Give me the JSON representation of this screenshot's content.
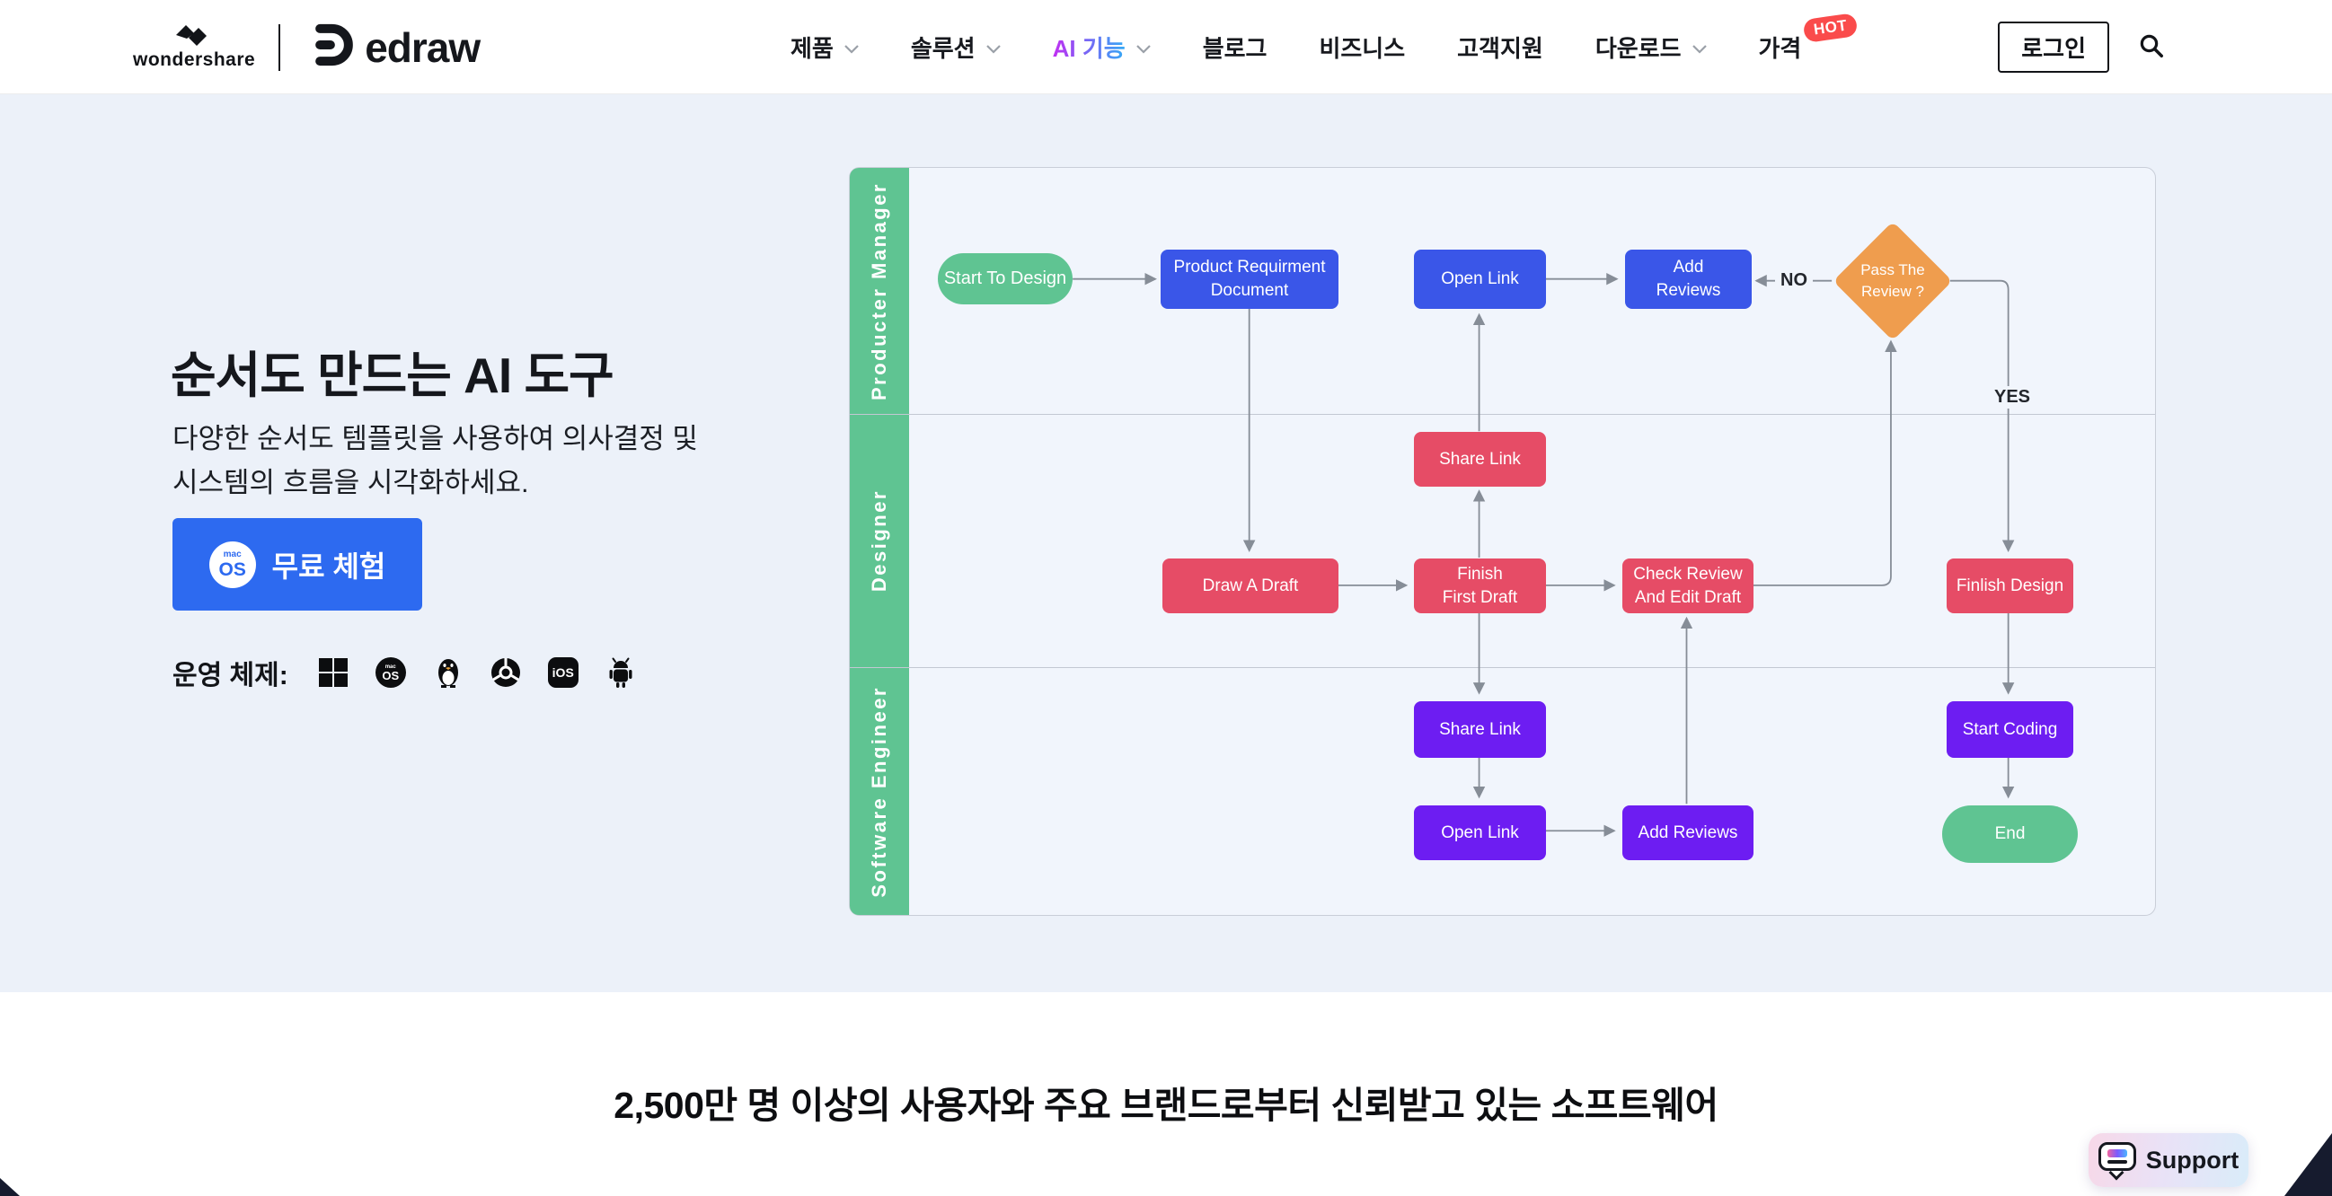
{
  "nav": {
    "brand": {
      "wondershare": "wondershare",
      "edraw": "edraw"
    },
    "items": [
      {
        "label": "제품"
      },
      {
        "label": "솔루션"
      },
      {
        "label": "AI 기능"
      },
      {
        "label": "블로그"
      },
      {
        "label": "비즈니스"
      },
      {
        "label": "고객지원"
      },
      {
        "label": "다운로드"
      },
      {
        "label": "가격"
      }
    ],
    "hot_badge": "HOT",
    "login_label": "로그인"
  },
  "hero": {
    "title": "순서도 만드는 AI 도구",
    "subtitle_line1": "다양한 순서도 템플릿을 사용하여 의사결정 및",
    "subtitle_line2": "시스템의 흐름을 시각화하세요.",
    "cta_label": "무료 체험",
    "cta_icon_top": "mac",
    "cta_icon_bottom": "OS",
    "os_label": "운영 체제:",
    "os_macos_text": "OS",
    "os_ios_text": "iOS"
  },
  "flowchart": {
    "lanes": [
      {
        "label": "Producter Manager"
      },
      {
        "label": "Designer"
      },
      {
        "label": "Software Engineer"
      }
    ],
    "nodes": {
      "start": "Start To Design",
      "prd": "Product Requirment\nDocument",
      "open_link_pm": "Open Link",
      "add_reviews_pm": "Add\nReviews",
      "decision": "Pass The\nReview ?",
      "share_link_designer": "Share Link",
      "draw_a_draft": "Draw A Draft",
      "finish_first_draft": "Finish\nFirst Draft",
      "check_review": "Check Review\nAnd Edit Draft",
      "finish_design": "Finlish Design",
      "share_link_se": "Share Link",
      "open_link_se": "Open Link",
      "add_reviews_se": "Add Reviews",
      "start_coding": "Start Coding",
      "end": "End"
    },
    "edge_labels": {
      "no": "NO",
      "yes": "YES"
    },
    "colors": {
      "green": "#5fc492",
      "blue": "#3a56e8",
      "red": "#e64c66",
      "purple": "#6d1df2",
      "orange": "#ef9d4e"
    }
  },
  "trust_heading": "2,500만 명 이상의 사용자와 주요 브랜드로부터 신뢰받고 있는 소프트웨어",
  "support": {
    "label": "Support"
  }
}
